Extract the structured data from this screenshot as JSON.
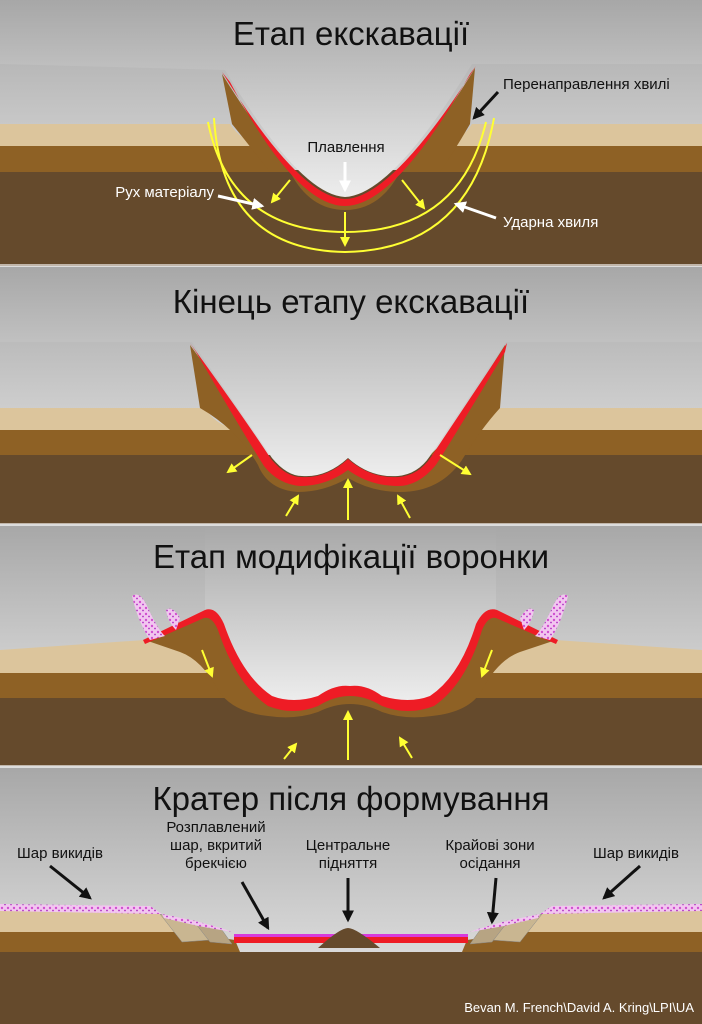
{
  "panels": [
    {
      "title": "Етап екскавації",
      "labels": {
        "wave_redirect": "Перенаправлення хвилі",
        "melting": "Плавлення",
        "material_motion": "Рух матеріалу",
        "shock_wave": "Ударна хвиля"
      }
    },
    {
      "title": "Кінець етапу екскавації"
    },
    {
      "title": "Етап модифікації воронки"
    },
    {
      "title": "Кратер після формування",
      "labels": {
        "ejecta_left": "Шар викидів",
        "ejecta_right": "Шар викидів",
        "melt_breccia_1": "Розплавлений",
        "melt_breccia_2": "шар, вкритий",
        "melt_breccia_3": "брекчією",
        "central_uplift_1": "Центральне",
        "central_uplift_2": "підняття",
        "slump_1": "Крайові зони",
        "slump_2": "осідання"
      }
    }
  ],
  "credit": "Bevan M. French\\David A. Kring\\LPI\\UA",
  "colors": {
    "sky_top": "#a9a9a9",
    "sky_bottom": "#ececec",
    "tan": "#dcc59c",
    "mid_brown": "#8e6125",
    "dark_brown": "#654a2c",
    "melt_red": "#ee1c25",
    "arrow_yellow": "#ffff33",
    "ejecta_pink": "#e070e0"
  }
}
